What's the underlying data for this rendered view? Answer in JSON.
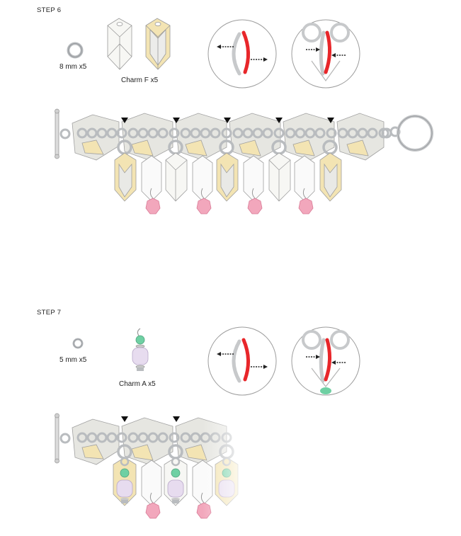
{
  "steps": [
    {
      "heading": "STEP 6",
      "ring_label": "8 mm x5",
      "charm_label": "Charm F x5",
      "colors": {
        "accent": "#e8262a",
        "ring": "#b9bcbf",
        "crystal_tint": "#f3e4b3",
        "crystal_body": "#e4e4df",
        "pink_bead": "#f2a7bc"
      }
    },
    {
      "heading": "STEP 7",
      "ring_label": "5 mm x5",
      "charm_label": "Charm A x5",
      "colors": {
        "accent": "#e8262a",
        "ring": "#b9bcbf",
        "green_bead": "#6fd0a3",
        "lilac_bead": "#e7dcef",
        "pink_bead": "#f2a7bc"
      }
    }
  ],
  "icons": [
    "jump-ring-icon",
    "crystal-charm-icon",
    "open-ring-detail-icon",
    "close-ring-detail-icon",
    "placement-arrow-icon",
    "toggle-clasp-icon"
  ]
}
